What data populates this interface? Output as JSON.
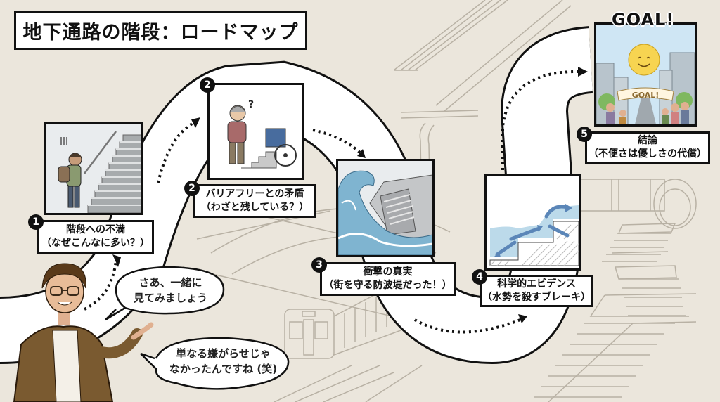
{
  "title": "地下通路の階段：ロードマップ",
  "colors": {
    "background": "#ebe6dc",
    "road": "#ffffff",
    "outline": "#111111",
    "sketch": "#b5aea2",
    "water": "#a9cde0",
    "arrow_blue": "#5b86b8",
    "sky": "#cfe6f4",
    "sun": "#f7d451"
  },
  "steps": [
    {
      "number": "1",
      "title": "階段への不満",
      "subtitle": "（なぜこんなに多い？）",
      "illustration": "tired-man-climbing-stairs"
    },
    {
      "number": "2",
      "title": "バリアフリーとの矛盾",
      "subtitle": "（わざと残している？）",
      "illustration": "elderly-woman-wheelchair-stairs",
      "question_mark": "?"
    },
    {
      "number": "3",
      "title": "衝撃の真実",
      "subtitle": "（街を守る防波堤だった！）",
      "illustration": "wave-hitting-stairs"
    },
    {
      "number": "4",
      "title": "科学的エビデンス",
      "subtitle": "（水勢を殺すブレーキ）",
      "illustration": "water-flow-diagram"
    },
    {
      "number": "5",
      "title": "結論",
      "subtitle": "（不便さは優しさの代償）",
      "illustration": "goal-city-celebration"
    }
  ],
  "goal": {
    "heading": "GOAL!",
    "banner": "GOAL!"
  },
  "speech": [
    {
      "lines": [
        "さあ、一緒に",
        "見てみましょう"
      ]
    },
    {
      "lines": [
        "単なる嫌がらせじゃ",
        "なかったんですね (笑)"
      ]
    }
  ],
  "narrator": "presenter-man-glasses"
}
